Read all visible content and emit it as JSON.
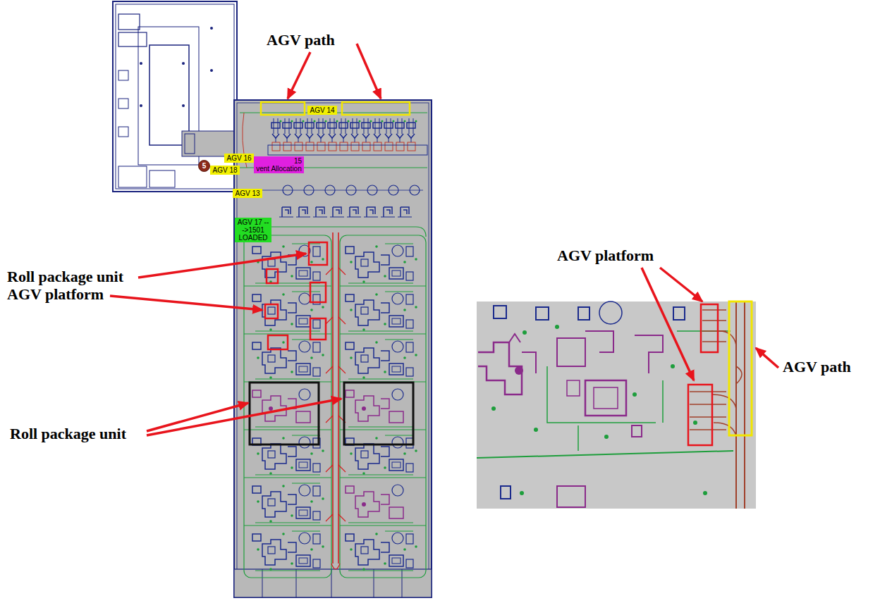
{
  "diagram": {
    "nodes": [
      {
        "text": [
          "AGV 14"
        ]
      },
      {
        "text": [
          "AGV 16"
        ]
      },
      {
        "text": [
          "15",
          "vent Allocation"
        ]
      },
      {
        "text": [
          "5"
        ]
      },
      {
        "text": [
          "AGV 18"
        ]
      },
      {
        "text": [
          "AGV 13"
        ]
      },
      {
        "text": [
          "AGV 17 --->1501 LOADED"
        ]
      }
    ],
    "labels": [
      "AGV path",
      "Roll package unit AGV platform",
      "Roll package unit",
      "AGV platform",
      "AGV path"
    ]
  }
}
